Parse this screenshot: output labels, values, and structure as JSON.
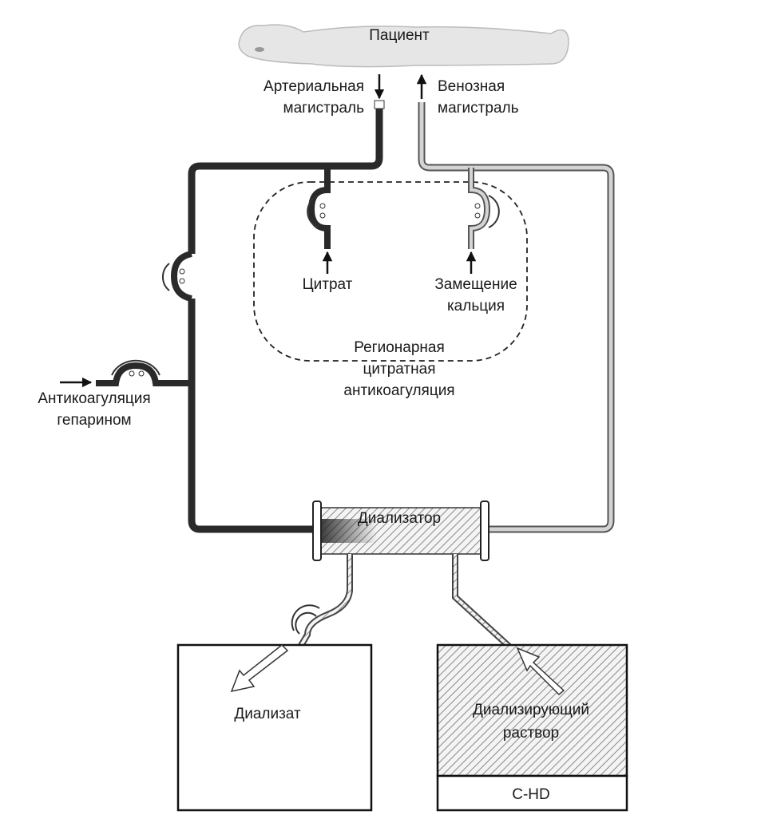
{
  "patient": {
    "label": "Пациент"
  },
  "arterial_line": {
    "line1": "Артериальная",
    "line2": "магистраль"
  },
  "venous_line": {
    "line1": "Венозная",
    "line2": "магистраль"
  },
  "citrate": {
    "label": "Цитрат"
  },
  "calcium": {
    "line1": "Замещение",
    "line2": "кальция"
  },
  "regional": {
    "line1": "Регионарная",
    "line2": "цитратная",
    "line3": "антикоагуляция"
  },
  "heparin": {
    "line1": "Антикоагуляция",
    "line2": "гепарином"
  },
  "dialyzer": {
    "label": "Диализатор"
  },
  "dialysate": {
    "label": "Диализат"
  },
  "dialysis_solution": {
    "line1": "Диализирующий",
    "line2": "раствор",
    "mode": "C-HD"
  },
  "colors": {
    "arterial": "#2a2a2a",
    "venous": "#c8c8c8",
    "patient": "#e6e6e6"
  }
}
